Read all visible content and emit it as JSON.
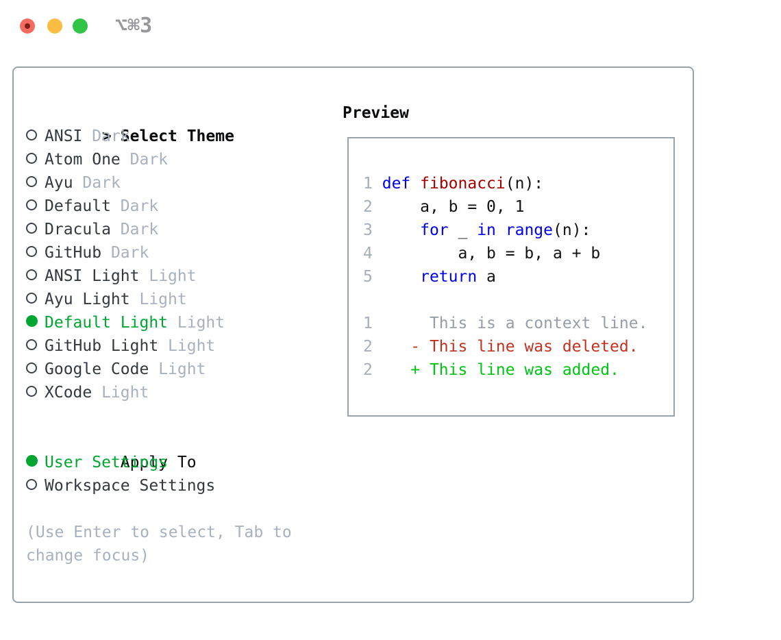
{
  "window": {
    "shortcut": "⌥⌘3"
  },
  "colors": {
    "selection_green": "#00a532",
    "added_green": "#00c414",
    "deleted_red": "#c3321f",
    "keyword_blue": "#0000ee",
    "function_red": "#a40000",
    "muted_gray": "#a9b1bd",
    "border_gray": "#98a2ab"
  },
  "theme_list": {
    "prompt": ">",
    "header": "Select Theme",
    "items": [
      {
        "name": "ANSI",
        "tag": "Dark",
        "selected": false
      },
      {
        "name": "Atom One",
        "tag": "Dark",
        "selected": false
      },
      {
        "name": "Ayu",
        "tag": "Dark",
        "selected": false
      },
      {
        "name": "Default",
        "tag": "Dark",
        "selected": false
      },
      {
        "name": "Dracula",
        "tag": "Dark",
        "selected": false
      },
      {
        "name": "GitHub",
        "tag": "Dark",
        "selected": false
      },
      {
        "name": "ANSI Light",
        "tag": "Light",
        "selected": false
      },
      {
        "name": "Ayu Light",
        "tag": "Light",
        "selected": false
      },
      {
        "name": "Default Light",
        "tag": "Light",
        "selected": true
      },
      {
        "name": "GitHub Light",
        "tag": "Light",
        "selected": false
      },
      {
        "name": "Google Code",
        "tag": "Light",
        "selected": false
      },
      {
        "name": "XCode",
        "tag": "Light",
        "selected": false
      }
    ]
  },
  "apply_to": {
    "header": "Apply To",
    "options": [
      {
        "label": "User Settings",
        "selected": true
      },
      {
        "label": "Workspace Settings",
        "selected": false
      }
    ]
  },
  "help": {
    "line1": "(Use Enter to select, Tab to",
    "line2": "change focus)"
  },
  "preview": {
    "header": "Preview",
    "lines": [
      {
        "n": "1",
        "code": [
          {
            "t": "def",
            "c": "kw"
          },
          {
            "t": " ",
            "c": ""
          },
          {
            "t": "fibonacci",
            "c": "fn"
          },
          {
            "t": "(n):",
            "c": ""
          }
        ]
      },
      {
        "n": "2",
        "code": [
          {
            "t": "    a, b = 0, 1",
            "c": ""
          }
        ]
      },
      {
        "n": "3",
        "code": [
          {
            "t": "    ",
            "c": ""
          },
          {
            "t": "for",
            "c": "kw"
          },
          {
            "t": " _ ",
            "c": ""
          },
          {
            "t": "in",
            "c": "kw"
          },
          {
            "t": " ",
            "c": ""
          },
          {
            "t": "range",
            "c": "kw"
          },
          {
            "t": "(n):",
            "c": ""
          }
        ]
      },
      {
        "n": "4",
        "code": [
          {
            "t": "        a, b = b, a + b",
            "c": ""
          }
        ]
      },
      {
        "n": "5",
        "code": [
          {
            "t": "    ",
            "c": ""
          },
          {
            "t": "return",
            "c": "kw"
          },
          {
            "t": " a",
            "c": ""
          }
        ]
      },
      {
        "n": "",
        "code": []
      },
      {
        "n": "1",
        "code": [
          {
            "t": "     This is a context line.",
            "c": "ctx"
          }
        ]
      },
      {
        "n": "2",
        "code": [
          {
            "t": "   ",
            "c": ""
          },
          {
            "t": "- This line was deleted.",
            "c": "del"
          }
        ]
      },
      {
        "n": "2",
        "code": [
          {
            "t": "   ",
            "c": ""
          },
          {
            "t": "+ This line was added.",
            "c": "add"
          }
        ]
      }
    ]
  }
}
